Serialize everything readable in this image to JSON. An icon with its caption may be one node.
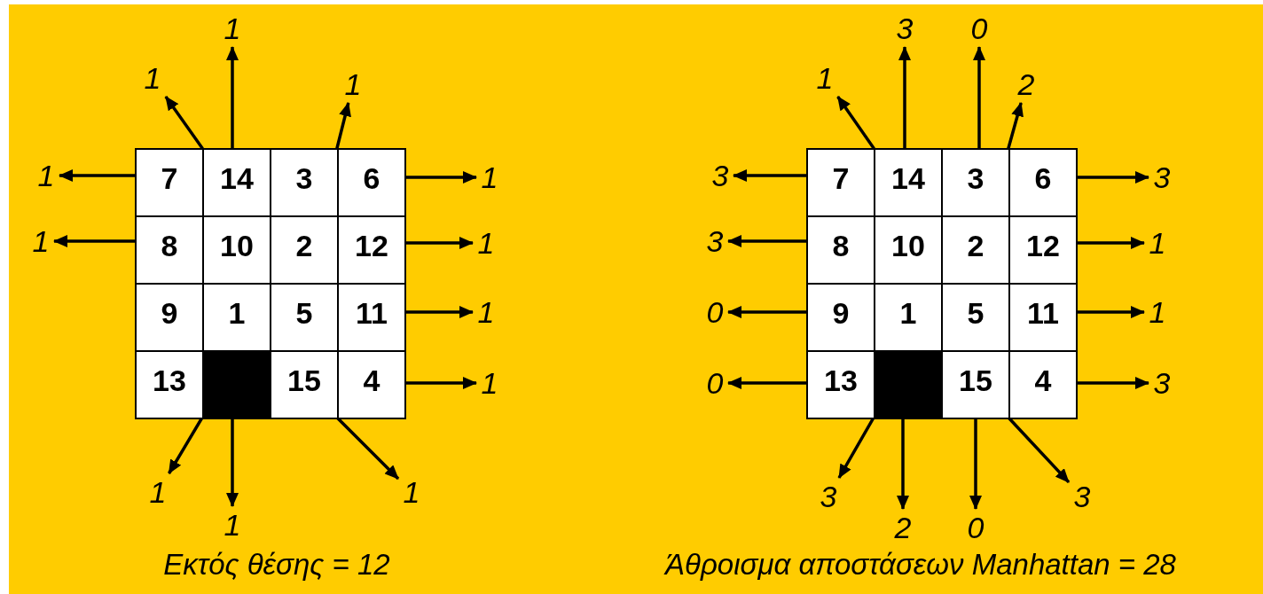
{
  "diagram": {
    "nodes": [
      {
        "text": [
          "7"
        ]
      },
      {
        "text": [
          "14"
        ]
      },
      {
        "text": [
          "3"
        ]
      },
      {
        "text": [
          "6"
        ]
      },
      {
        "text": [
          "8"
        ]
      },
      {
        "text": [
          "10"
        ]
      },
      {
        "text": [
          "2"
        ]
      },
      {
        "text": [
          "12"
        ]
      },
      {
        "text": [
          "9"
        ]
      },
      {
        "text": [
          "1"
        ]
      },
      {
        "text": [
          "5"
        ]
      },
      {
        "text": [
          "11"
        ]
      },
      {
        "text": [
          "13"
        ]
      },
      {
        "text": [],
        "shape": "box"
      },
      {
        "text": [
          "15"
        ]
      },
      {
        "text": [
          "4"
        ]
      },
      {
        "text": [
          "1"
        ]
      },
      {
        "text": [
          "1"
        ]
      },
      {
        "text": [
          "1"
        ]
      },
      {
        "text": [
          "1"
        ]
      },
      {
        "text": [
          "1"
        ]
      },
      {
        "text": [
          "1"
        ]
      },
      {
        "text": [
          "1"
        ]
      },
      {
        "text": [
          "1"
        ]
      },
      {
        "text": [
          "1"
        ]
      },
      {
        "text": [
          "1"
        ]
      },
      {
        "text": [
          "1"
        ]
      },
      {
        "text": [
          "1"
        ]
      },
      {
        "text": [
          "7"
        ]
      },
      {
        "text": [
          "14"
        ]
      },
      {
        "text": [
          "3"
        ]
      },
      {
        "text": [
          "6"
        ]
      },
      {
        "text": [
          "8"
        ]
      },
      {
        "text": [
          "10"
        ]
      },
      {
        "text": [
          "2"
        ]
      },
      {
        "text": [
          "12"
        ]
      },
      {
        "text": [
          "9"
        ]
      },
      {
        "text": [
          "1"
        ]
      },
      {
        "text": [
          "5"
        ]
      },
      {
        "text": [
          "11"
        ]
      },
      {
        "text": [
          "13"
        ]
      },
      {
        "text": [],
        "shape": "box"
      },
      {
        "text": [
          "15"
        ]
      },
      {
        "text": [
          "4"
        ]
      },
      {
        "text": [
          "3"
        ]
      },
      {
        "text": [
          "0"
        ]
      },
      {
        "text": [
          "1"
        ]
      },
      {
        "text": [
          "2"
        ]
      },
      {
        "text": [
          "3"
        ]
      },
      {
        "text": [
          "3"
        ]
      },
      {
        "text": [
          "3"
        ]
      },
      {
        "text": [
          "1"
        ]
      },
      {
        "text": [
          "0"
        ]
      },
      {
        "text": [
          "1"
        ]
      },
      {
        "text": [
          "0"
        ]
      },
      {
        "text": [
          "3"
        ]
      },
      {
        "text": [
          "3"
        ]
      },
      {
        "text": [
          "3"
        ]
      },
      {
        "text": [
          "2"
        ]
      },
      {
        "text": [
          "0"
        ]
      }
    ],
    "edges": [
      {
        "from": 1,
        "to": 16,
        "arrow": "to"
      },
      {
        "from": 5,
        "to": 17,
        "arrow": "to"
      },
      {
        "from": 6,
        "to": 18,
        "arrow": "to"
      },
      {
        "from": 0,
        "to": 19,
        "arrow": "to"
      },
      {
        "from": 3,
        "to": 20,
        "arrow": "to"
      },
      {
        "from": 4,
        "to": 21,
        "arrow": "to"
      },
      {
        "from": 7,
        "to": 22,
        "arrow": "to"
      },
      {
        "from": 11,
        "to": 23,
        "arrow": "to"
      },
      {
        "from": 15,
        "to": 24,
        "arrow": "to"
      },
      {
        "from": 9,
        "to": 25,
        "arrow": "to"
      },
      {
        "from": 10,
        "to": 26,
        "arrow": "to"
      },
      {
        "from": 13,
        "to": 27,
        "arrow": "to"
      },
      {
        "from": 29,
        "to": 44,
        "arrow": "to"
      },
      {
        "from": 30,
        "to": 45,
        "arrow": "to"
      },
      {
        "from": 33,
        "to": 46,
        "arrow": "to"
      },
      {
        "from": 34,
        "to": 47,
        "arrow": "to"
      },
      {
        "from": 28,
        "to": 48,
        "arrow": "to"
      },
      {
        "from": 31,
        "to": 49,
        "arrow": "to"
      },
      {
        "from": 32,
        "to": 50,
        "arrow": "to"
      },
      {
        "from": 35,
        "to": 51,
        "arrow": "to"
      },
      {
        "from": 36,
        "to": 52,
        "arrow": "to"
      },
      {
        "from": 39,
        "to": 53,
        "arrow": "to"
      },
      {
        "from": 40,
        "to": 54,
        "arrow": "to"
      },
      {
        "from": 43,
        "to": 55,
        "arrow": "to"
      },
      {
        "from": 37,
        "to": 56,
        "arrow": "to"
      },
      {
        "from": 38,
        "to": 57,
        "arrow": "to"
      },
      {
        "from": 41,
        "to": 58,
        "arrow": "to"
      },
      {
        "from": 42,
        "to": 59,
        "arrow": "to"
      }
    ],
    "labels": [
      "Εκτός θέσης = 12",
      "Άθροισμα αποστάσεων Manhattan = 28"
    ]
  }
}
